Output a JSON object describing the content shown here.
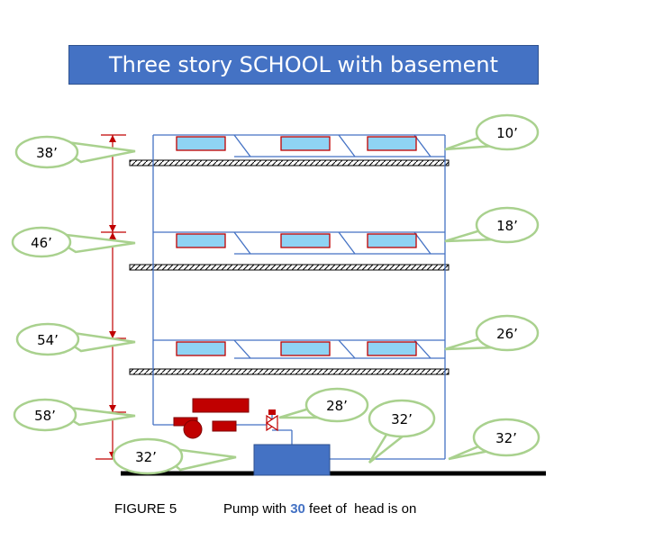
{
  "title": "Three story SCHOOL with basement",
  "left_labels": [
    "38’",
    "46’",
    "54’",
    "58’",
    "32’"
  ],
  "right_labels": [
    "10’",
    "18’",
    "26’",
    "28’",
    "32’",
    "32’"
  ],
  "caption": {
    "figure": "FIGURE 5",
    "text_before": "Pump with ",
    "head_value": "30",
    "text_after": " feet of  head is on"
  },
  "colors": {
    "banner": "#4472c4",
    "pipe": "#4472c4",
    "radiator_fill": "#8fd3f4",
    "radiator_stroke": "#c00000",
    "dimension_line": "#c00000",
    "callout_border": "#a9d18e",
    "tank": "#4472c4",
    "boiler": "#c00000"
  }
}
